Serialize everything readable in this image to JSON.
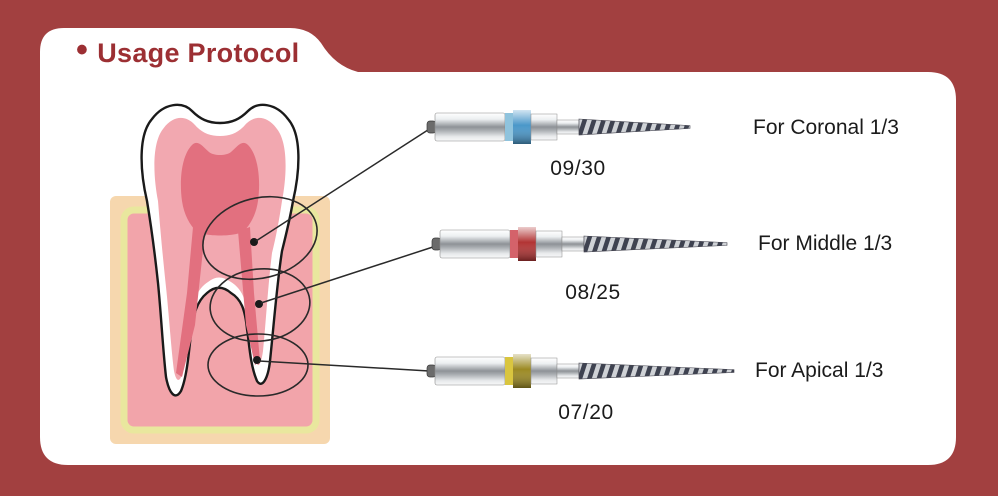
{
  "title": {
    "bullet": "•",
    "text": "Usage Protocol"
  },
  "colors": {
    "page_background": "#A24040",
    "card_background": "#FFFFFF",
    "title_text": "#9C2F33",
    "connector_line": "#2A2A2A",
    "label_text": "#1B1B1B"
  },
  "illustration": {
    "name": "tooth-cross-section"
  },
  "files": [
    {
      "size": "09/30",
      "usage": "For Coronal 1/3",
      "band_light": "#8FC3DD",
      "band_main": "#4A97C9"
    },
    {
      "size": "08/25",
      "usage": "For Middle 1/3",
      "band_light": "#D4626A",
      "band_main": "#B23434"
    },
    {
      "size": "07/20",
      "usage": "For Apical 1/3",
      "band_light": "#D9C53F",
      "band_main": "#9C8A23"
    }
  ]
}
